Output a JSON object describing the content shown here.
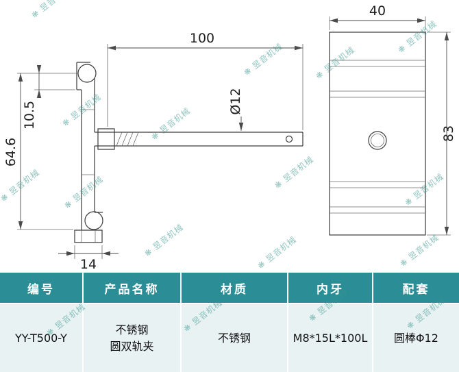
{
  "watermark": {
    "symbol": "❋",
    "text": "昱音机械"
  },
  "drawing": {
    "dims": {
      "rod_length": "100",
      "block_width": "40",
      "block_height": "83",
      "clamp_height": "64.6",
      "rail_offset": "10.5",
      "rod_diameter": "Ø12",
      "foot_width": "14"
    }
  },
  "table": {
    "headers": [
      "编号",
      "产品名称",
      "材质",
      "内牙",
      "配套"
    ],
    "row": {
      "code": "YY-T500-Y",
      "product_name_line1": "不锈钢",
      "product_name_line2": "圆双轨夹",
      "material": "不锈钢",
      "internal_thread": "M8*15L*100L",
      "matching": "圆棒Φ12"
    }
  }
}
